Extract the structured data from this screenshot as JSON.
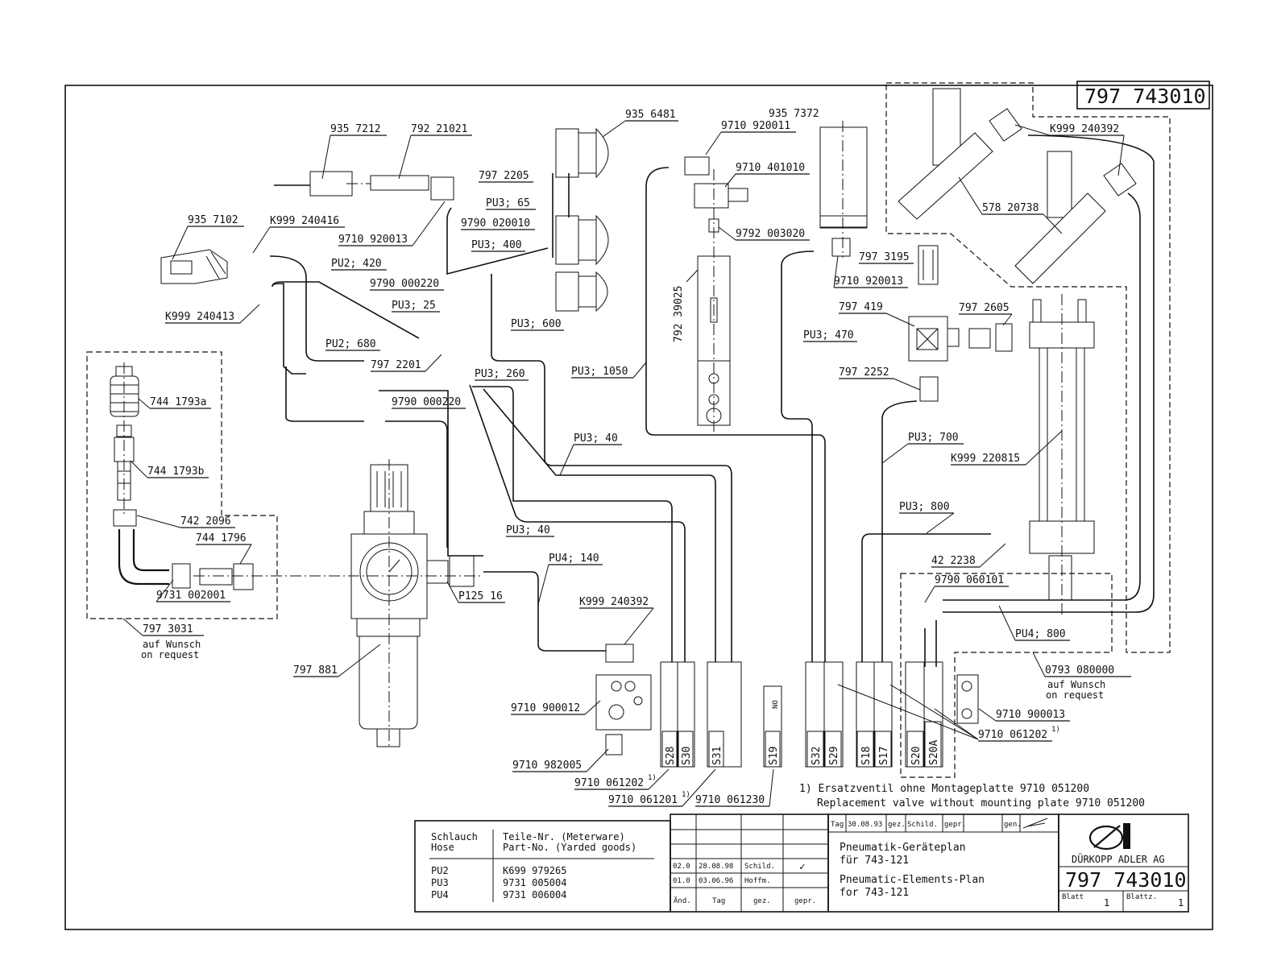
{
  "drawing_number": "797 743010",
  "part_labels": {
    "p935_7212": "935 7212",
    "p792_21021": "792 21021",
    "p935_6481": "935 6481",
    "p935_7372": "935 7372",
    "p9710_920011": "9710 920011",
    "p797_2205": "797 2205",
    "pu3_65": "PU3; 65",
    "p9790_020010": "9790 020010",
    "pu3_400": "PU3; 400",
    "p935_7102": "935 7102",
    "k999_240416": "K999 240416",
    "p9710_920013a": "9710 920013",
    "pu2_420": "PU2; 420",
    "p9790_000220a": "9790 000220",
    "k999_240413": "K999 240413",
    "pu3_25": "PU3; 25",
    "pu2_680": "PU2; 680",
    "p797_2201": "797 2201",
    "pu3_600": "PU3; 600",
    "pu3_260": "PU3; 260",
    "pu3_1050": "PU3; 1050",
    "p9790_000220b": "9790 000220",
    "p744_1793a": "744 1793a",
    "p744_1793b": "744 1793b",
    "p742_2096": "742 2096",
    "p744_1796": "744 1796",
    "p9731_002001": "9731 002001",
    "p797_3031": "797 3031",
    "auf_wunsch1": "auf Wunsch",
    "on_request1": "on request",
    "p797_881": "797 881",
    "pu3_40a": "PU3; 40",
    "pu3_40b": "PU3; 40",
    "pu4_140": "PU4; 140",
    "p125_16": "P125 16",
    "k999_240392a": "K999 240392",
    "p9710_900012": "9710 900012",
    "p9710_982005": "9710 982005",
    "p9710_061202a": "9710 061202",
    "p9710_061201": "9710 061201",
    "p9710_061230": "9710 061230",
    "p9710_401010": "9710 401010",
    "p9792_003020": "9792 003020",
    "p792_39025": "792 39025",
    "p797_3195": "797 3195",
    "p9710_920013b": "9710 920013",
    "p797_419": "797 419",
    "p797_2605": "797 2605",
    "pu3_470": "PU3; 470",
    "p797_2252": "797 2252",
    "pu3_700": "PU3; 700",
    "k999_220815": "K999 220815",
    "pu3_800": "PU3; 800",
    "p42_2238": "42 2238",
    "p9790_060101": "9790 060101",
    "pu4_800": "PU4; 800",
    "p0793_080000": "0793 080000",
    "auf_wunsch2": "auf Wunsch",
    "on_request2": "on request",
    "p9710_900013": "9710 900013",
    "p9710_061202b": "9710 061202",
    "k999_240392b": "K999 240392",
    "p578_20738": "578 20738",
    "footnote_mark": "1)",
    "footnote_mark2": "1)",
    "footnote_mark3": "1)"
  },
  "valves": [
    "S28",
    "S30",
    "S31",
    "S19",
    "S32",
    "S29",
    "S18",
    "S17",
    "S20",
    "S20A"
  ],
  "valve_no_mark": "NO",
  "footnote": {
    "de": "1) Ersatzventil ohne Montageplatte 9710 051200",
    "en": "Replacement valve without mounting plate 9710 051200"
  },
  "hose_table": {
    "col1_de": "Schlauch",
    "col1_en": "Hose",
    "col2_de": "Teile-Nr. (Meterware)",
    "col2_en": "Part-No. (Yarded goods)",
    "rows": [
      {
        "hose": "PU2",
        "part": "K699 979265"
      },
      {
        "hose": "PU3",
        "part": "9731 005004"
      },
      {
        "hose": "PU4",
        "part": "9731 006004"
      }
    ]
  },
  "revision_table": {
    "rows": [
      {
        "idx": "02.0",
        "date": "28.08.98",
        "name": "Schild.",
        "chk": "✓"
      },
      {
        "idx": "01.0",
        "date": "03.06.96",
        "name": "Hoffm.",
        "chk": ""
      }
    ],
    "headers": [
      "Änd.",
      "Tag",
      "gez.",
      "gepr."
    ]
  },
  "title_block": {
    "tag_label": "Tag",
    "tag_value": "30.08.93",
    "gez_label": "gez.",
    "gez_value": "Schild.",
    "gepr_label": "gepr.",
    "gen_label": "gen.",
    "title_de_1": "Pneumatik-Geräteplan",
    "title_de_2": "für 743-121",
    "title_en_1": "Pneumatic-Elements-Plan",
    "title_en_2": "for 743-121",
    "company": "DÜRKOPP ADLER AG",
    "drawing_number": "797 743010",
    "blatt_label": "Blatt",
    "blatt_value": "1",
    "blaetter_label": "Blattz.",
    "blaetter_value": "1"
  }
}
